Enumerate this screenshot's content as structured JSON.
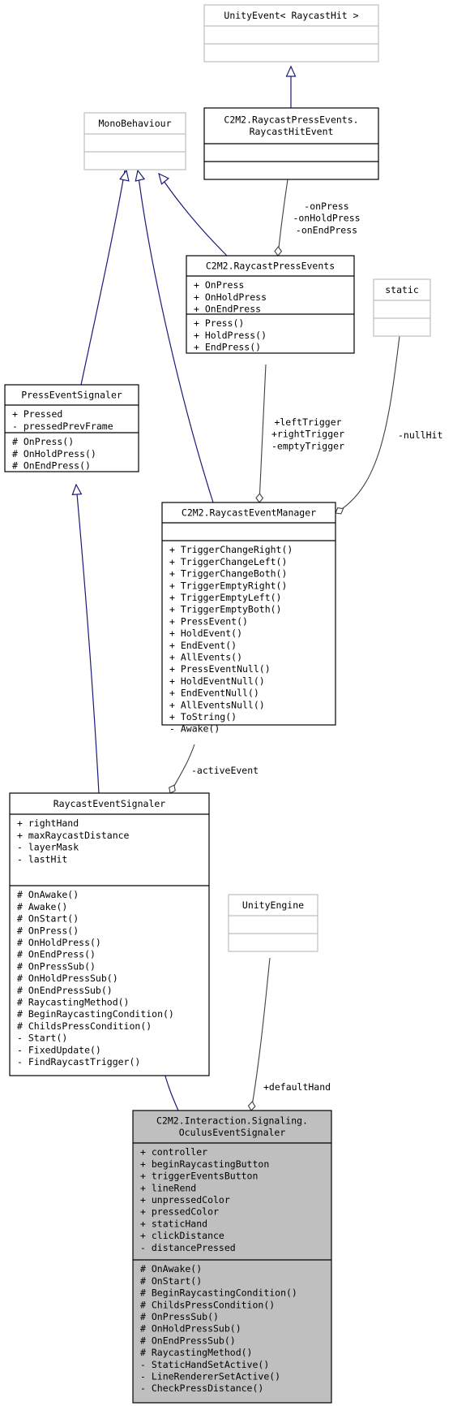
{
  "classes": {
    "unity_event_raycast_hit": {
      "title": [
        "UnityEvent< RaycastHit >"
      ],
      "attributes": [],
      "methods": []
    },
    "raycast_hit_event": {
      "title": [
        "C2M2.RaycastPressEvents.",
        "RaycastHitEvent"
      ],
      "attributes": [],
      "methods": []
    },
    "mono_behaviour": {
      "title": [
        "MonoBehaviour"
      ],
      "attributes": [],
      "methods": []
    },
    "raycast_press_events": {
      "title": [
        "C2M2.RaycastPressEvents"
      ],
      "attributes": [
        "+ OnPress",
        "+ OnHoldPress",
        "+ OnEndPress"
      ],
      "methods": [
        "+ Press()",
        "+ HoldPress()",
        "+ EndPress()"
      ]
    },
    "static_class": {
      "title": [
        "static"
      ],
      "attributes": [],
      "methods": []
    },
    "press_event_signaler": {
      "title": [
        "PressEventSignaler"
      ],
      "attributes": [
        "+ Pressed",
        "- pressedPrevFrame"
      ],
      "methods": [
        "# OnPress()",
        "# OnHoldPress()",
        "# OnEndPress()"
      ]
    },
    "raycast_event_manager": {
      "title": [
        "C2M2.RaycastEventManager"
      ],
      "attributes": [],
      "methods": [
        "+ TriggerChangeRight()",
        "+ TriggerChangeLeft()",
        "+ TriggerChangeBoth()",
        "+ TriggerEmptyRight()",
        "+ TriggerEmptyLeft()",
        "+ TriggerEmptyBoth()",
        "+ PressEvent()",
        "+ HoldEvent()",
        "+ EndEvent()",
        "+ AllEvents()",
        "+ PressEventNull()",
        "+ HoldEventNull()",
        "+ EndEventNull()",
        "+ AllEventsNull()",
        "+ ToString()",
        "- Awake()"
      ]
    },
    "raycast_event_signaler": {
      "title": [
        "RaycastEventSignaler"
      ],
      "attributes": [
        "+ rightHand",
        "+ maxRaycastDistance",
        "- layerMask",
        "- lastHit"
      ],
      "methods": [
        "# OnAwake()",
        "# Awake()",
        "# OnStart()",
        "# OnPress()",
        "# OnHoldPress()",
        "# OnEndPress()",
        "# OnPressSub()",
        "# OnHoldPressSub()",
        "# OnEndPressSub()",
        "# RaycastingMethod()",
        "# BeginRaycastingCondition()",
        "# ChildsPressCondition()",
        "- Start()",
        "- FixedUpdate()",
        "- FindRaycastTrigger()"
      ]
    },
    "unity_engine": {
      "title": [
        "UnityEngine"
      ],
      "attributes": [],
      "methods": []
    },
    "oculus_event_signaler": {
      "title": [
        "C2M2.Interaction.Signaling.",
        "OculusEventSignaler"
      ],
      "attributes": [
        "+ controller",
        "+ beginRaycastingButton",
        "+ triggerEventsButton",
        "+ lineRend",
        "+ unpressedColor",
        "+ pressedColor",
        "+ staticHand",
        "+ clickDistance",
        "- distancePressed"
      ],
      "methods": [
        "# OnAwake()",
        "# OnStart()",
        "# BeginRaycastingCondition()",
        "# ChildsPressCondition()",
        "# OnPressSub()",
        "# OnHoldPressSub()",
        "# OnEndPressSub()",
        "# RaycastingMethod()",
        "- StaticHandSetActive()",
        "- LineRendererSetActive()",
        "- CheckPressDistance()"
      ]
    }
  },
  "edge_labels": {
    "press_events": [
      "-onPress",
      "-onHoldPress",
      "-onEndPress"
    ],
    "triggers": [
      "+leftTrigger",
      "+rightTrigger",
      "-emptyTrigger"
    ],
    "null_hit": [
      "-nullHit"
    ],
    "active_event": [
      "-activeEvent"
    ],
    "default_hand": [
      "+defaultHand"
    ]
  },
  "colors": {
    "inheritance": "#1a1a7a",
    "association": "#404040",
    "highlight_fill": "#bfbfbf",
    "gray_border": "#bfbfbf"
  }
}
